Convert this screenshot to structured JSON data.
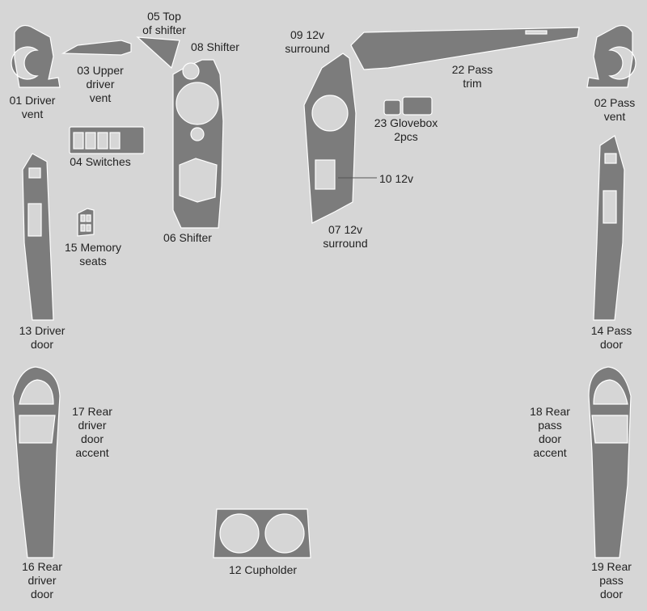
{
  "colors": {
    "background": "#d6d6d6",
    "part_fill": "#7c7c7c",
    "outline": "#ffffff",
    "text": "#222222"
  },
  "labels": {
    "p01": "01 Driver\nvent",
    "p02": "02 Pass\nvent",
    "p03": "03 Upper\ndriver\nvent",
    "p04": "04 Switches",
    "p05": "05 Top\nof shifter",
    "p06": "06 Shifter",
    "p07": "07 12v\nsurround",
    "p08": "08 Shifter",
    "p09": "09 12v\nsurround",
    "p10": "10 12v",
    "p12": "12 Cupholder",
    "p13": "13 Driver\ndoor",
    "p14": "14 Pass\ndoor",
    "p15": "15 Memory\nseats",
    "p16": "16 Rear\ndriver\ndoor",
    "p17": "17 Rear\ndriver\ndoor\naccent",
    "p18": "18 Rear\npass\ndoor\naccent",
    "p19": "19 Rear\npass\ndoor",
    "p22": "22 Pass\ntrim",
    "p23": "23 Glovebox\n2pcs"
  }
}
